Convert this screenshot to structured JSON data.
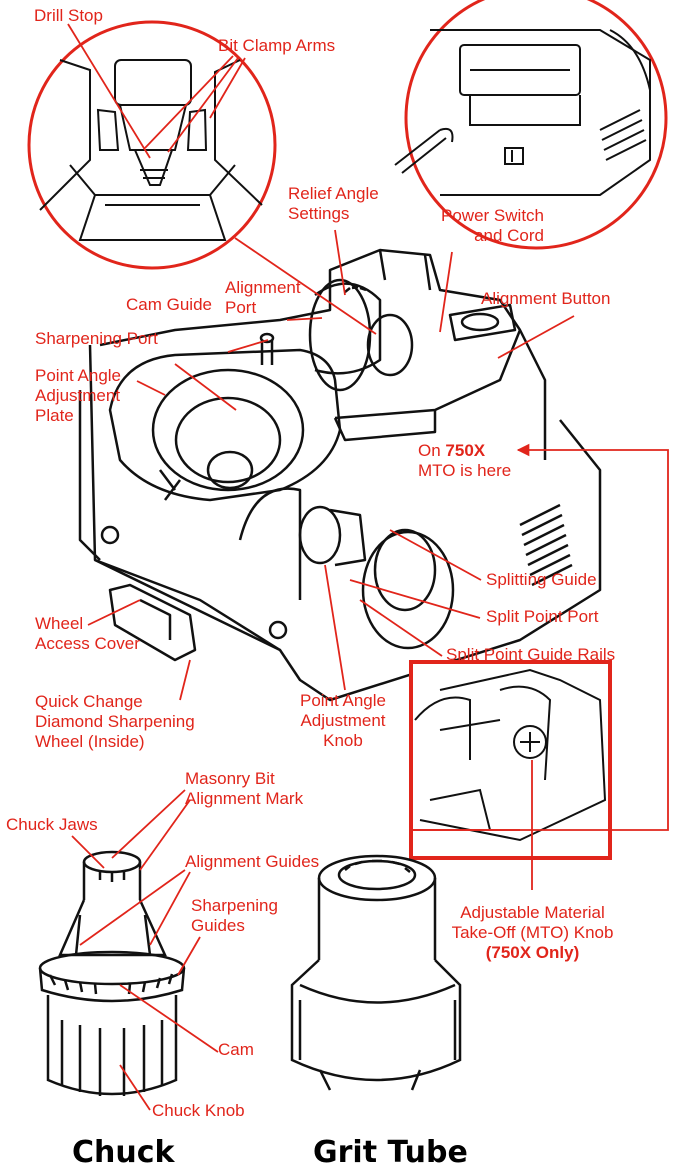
{
  "colors": {
    "accent": "#e1251b",
    "ink": "#000000",
    "paper": "#ffffff"
  },
  "labels": {
    "drill_stop": "Drill Stop",
    "bit_clamp_arms": "Bit Clamp Arms",
    "relief_angle_settings_1": "Relief Angle",
    "relief_angle_settings_2": "Settings",
    "power_switch_1": "Power Switch",
    "power_switch_2": "and Cord",
    "alignment_port_1": "Alignment",
    "alignment_port_2": "Port",
    "cam_guide": "Cam Guide",
    "alignment_button": "Alignment Button",
    "sharpening_port": "Sharpening Port",
    "point_angle_plate_1": "Point Angle",
    "point_angle_plate_2": "Adjustment",
    "point_angle_plate_3": "Plate",
    "on_750x_prefix": "On ",
    "on_750x_model": "750X",
    "on_750x_line2": "MTO is here",
    "splitting_guide": "Splitting Guide",
    "split_point_port": "Split Point Port",
    "split_point_rails": "Split Point Guide Rails",
    "wheel_access_1": "Wheel",
    "wheel_access_2": "Access Cover",
    "quick_change_1": "Quick Change",
    "quick_change_2": "Diamond Sharpening",
    "quick_change_3": "Wheel (Inside)",
    "point_angle_knob_1": "Point Angle",
    "point_angle_knob_2": "Adjustment",
    "point_angle_knob_3": "Knob",
    "masonry_1": "Masonry Bit",
    "masonry_2": "Alignment Mark",
    "chuck_jaws": "Chuck Jaws",
    "alignment_guides": "Alignment Guides",
    "sharpening_guides_1": "Sharpening",
    "sharpening_guides_2": "Guides",
    "cam": "Cam",
    "chuck_knob": "Chuck Knob",
    "mto_knob_1": "Adjustable Material",
    "mto_knob_2": "Take-Off (MTO) Knob",
    "mto_knob_3": "(750X Only)"
  },
  "captions": {
    "chuck": "Chuck",
    "grit_tube": "Grit Tube"
  },
  "icons": [
    "drill-stop-detail-icon",
    "power-switch-detail-icon",
    "drill-sharpener-icon",
    "mto-knob-detail-icon",
    "chuck-icon",
    "grit-tube-icon"
  ]
}
